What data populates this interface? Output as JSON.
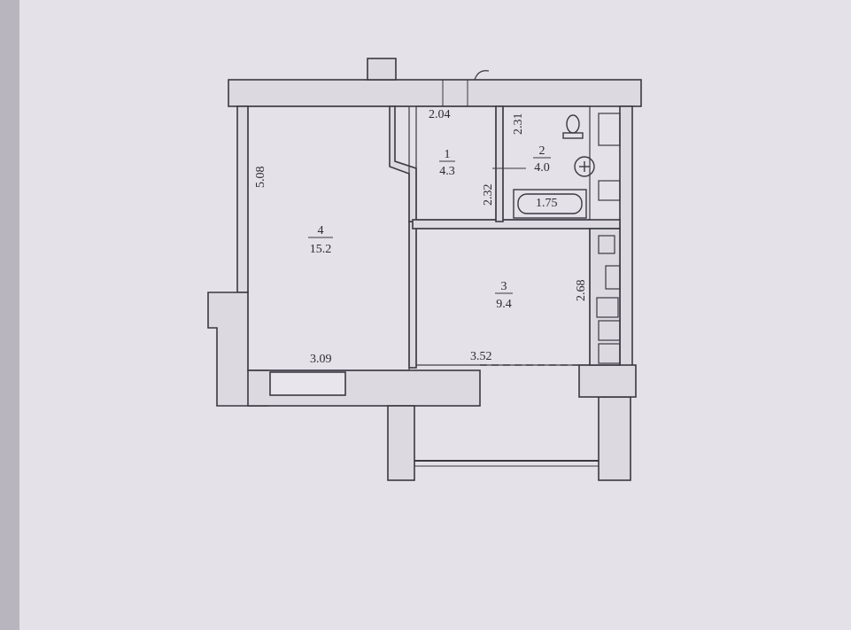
{
  "colors": {
    "paper": "#e6e3ea",
    "paper_shadow": "#bdb9c2",
    "wall": "#d9d6dd",
    "line": "#3a3942"
  },
  "rooms": [
    {
      "number": "1",
      "area": "4.3"
    },
    {
      "number": "2",
      "area": "4.0"
    },
    {
      "number": "3",
      "area": "9.4"
    },
    {
      "number": "4",
      "area": "15.2"
    }
  ],
  "dimensions": {
    "top_corridor": "2.04",
    "bath_height": "2.31",
    "corridor_height": "2.32",
    "living_height": "5.08",
    "living_width": "3.09",
    "kitchen_width": "3.52",
    "kitchen_height": "2.68",
    "bathtub": "1.75"
  }
}
